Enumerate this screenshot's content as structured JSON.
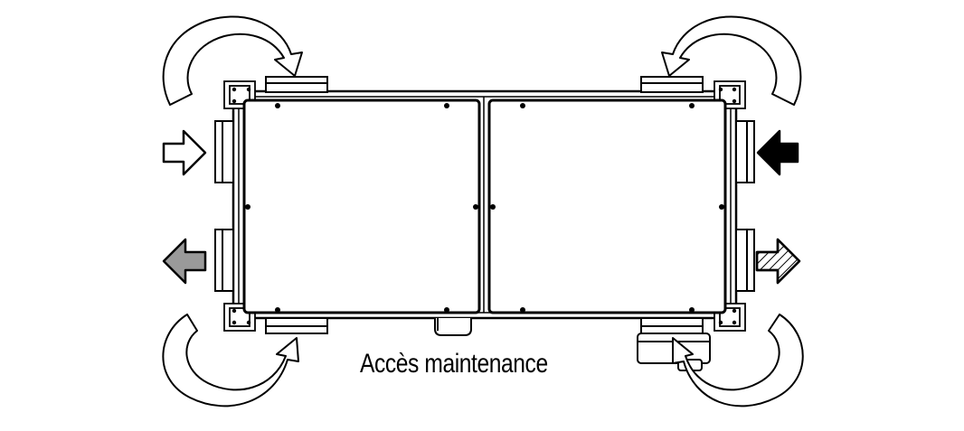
{
  "diagram": {
    "caption": "Accès maintenance",
    "colors": {
      "stroke": "#000000",
      "background": "#ffffff",
      "arrow_white": "#ffffff",
      "arrow_black": "#000000",
      "arrow_gray": "#9a9a9a"
    },
    "arrows": {
      "left_top": "white-arrow-right",
      "left_bottom": "gray-arrow-left",
      "right_top": "black-arrow-left",
      "right_bottom": "hatched-arrow-right"
    },
    "rotation_icons": [
      "top-left-rotate-icon",
      "top-right-rotate-icon",
      "bottom-left-rotate-icon",
      "bottom-right-rotate-icon"
    ]
  }
}
